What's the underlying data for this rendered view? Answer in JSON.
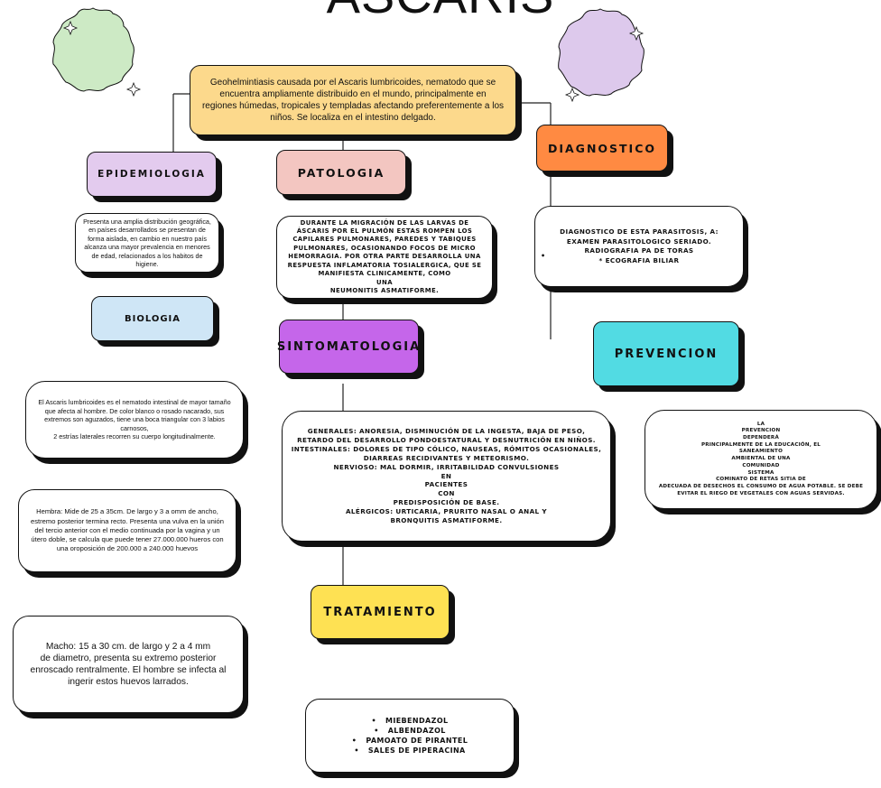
{
  "title": "ASCARIS",
  "intro": "Geohelmintiasis causada por el Ascaris lumbricoides, nematodo que se encuentra ampliamente distribuido en el mundo, principalmente en regiones húmedas, tropicales y templadas afectando preferentemente a los niños. Se localiza en el intestino delgado.",
  "colors": {
    "intro": "#fcd98c",
    "epidemiologia": "#e3cbee",
    "patologia": "#f3c6c1",
    "diagnostico": "#ff8a42",
    "biologia": "#cfe6f6",
    "sintomatologia": "#c566ea",
    "prevencion": "#52dbe3",
    "tratamiento": "#fee153",
    "blob_green": "#cdeac5",
    "blob_purple": "#ddc9ec"
  },
  "epidemiologia": {
    "label": "EPIDEMIOLOGIA",
    "text": "Presenta una amplia distribución geográfica, en países desarrollados se presentan de forma aislada, en cambio en nuestro país alcanza una mayor prevalencia en menores de edad, relacionados a los habitos de higiene."
  },
  "biologia": {
    "label": "BIOLOGIA",
    "text1": "El Ascaris lumbricoides es el nematodo intestinal de mayor tamaño que afecta al hombre. De color blanco o rosado nacarado, sus extremos son aguzados, tiene una boca triangular con 3 labios carnosos,\n2 estrías laterales recorren su cuerpo longitudinalmente.",
    "text2": "Hembra: Mide de 25 a 35cm. De largo y 3 a omm de ancho, estremo posterior termina recto. Presenta una vulva en la unión del tercio anterior con el medio continuada por la vagina y un útero doble, se calcula que puede tener 27.000.000 hueros con una oroposición de 200.000 a 240.000 huevos",
    "text3": "Macho: 15 a 30 cm. de largo y 2 a 4 mm\nde diametro, presenta su extremo posterior enroscado rentralmente. El hombre se infecta al ingerir estos huevos larrados."
  },
  "patologia": {
    "label": "PATOLOGIA",
    "text": "DURANTE LA MIGRACIÓN DE LAS LARVAS DE ÁSCARIS POR EL PULMÓN ESTAS ROMPEN LOS CAPILARES PULMONARES, PAREDES Y TABIQUES PULMONARES, OCASIONANDO FOCOS DE MICRO HEMORRAGIA. POR OTRA PARTE DESARROLLA UNA RESPUESTA INFLAMATORIA TOSIALERGICA, QUE SE MANIFIESTA CLINICAMENTE, COMO\nUNA\nNEUMONITIS ASMATIFORME."
  },
  "sintomatologia": {
    "label": "SINTOMATOLOGIA",
    "text": "GENERALES: ANORESIA, DISMINUCIÓN DE LA INGESTA, BAJA DE PESO, RETARDO DEL DESARROLLO PONDOESTATURAL Y DESNUTRICIÓN EN NIÑOS.\nINTESTINALES: DOLORES DE TIPO CÓLICO, NAUSEAS, RÓMITOS OCASIONALES, DIARREAS RECIDIVANTES Y METEORISMO.\nNERVIOSO: MAL DORMIR, IRRITABILIDAD CONVULSIONES\nEN\nPACIENTES\nCON\nPREDISPOSICIÓN DE BASE.\nALÉRGICOS: URTICARIA, PRURITO NASAL O ANAL Y\nBRONQUITIS ASMATIFORME."
  },
  "tratamiento": {
    "label": "TRATAMIENTO",
    "items": [
      "MIEBENDAZOL",
      "ALBENDAZOL",
      "PAMOATO DE PIRANTEL",
      "SALES DE PIPERACINA"
    ]
  },
  "diagnostico": {
    "label": "DIAGNOSTICO",
    "text": "DIAGNOSTICO DE ESTA PARASITOSIS, A:\nEXAMEN PARASITOLOGICO SERIADO.\nRADIOGRAFIA PA DE TORAS\n* ECOGRAFIA BILIAR",
    "bullet": "•"
  },
  "prevencion": {
    "label": "PREVENCION",
    "text": "LA\nPREVENCION\nDEPENDERÁ\nPRINCIPALMENTE DE LA EDUCACIÓN, EL\nSANEAMIENTO\nAMBIENTAL DE UNA\nCOMUNIDAD\nSISTEMA\nCOMINATO DE RETAS SITIA DE\nADECUADA DE DESECHOS EL CONSUMO DE AGUA POTABLE. SE DEBE\nEVITAR EL RIEGO DE VEGETALES CON AGUAS SERVIDAS."
  }
}
